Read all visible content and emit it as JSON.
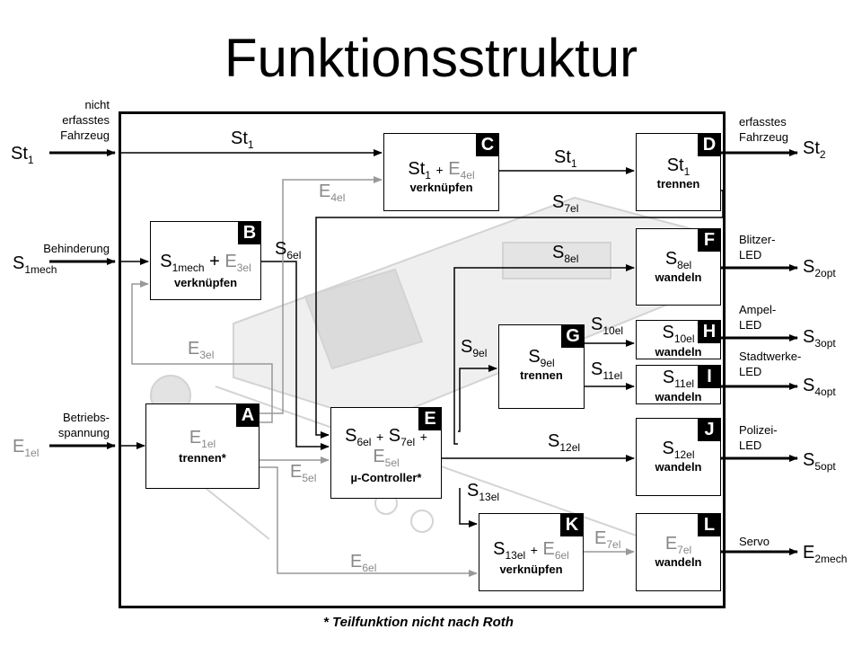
{
  "title": "Funktionsstruktur",
  "footnote": "* Teilfunktion nicht nach Roth",
  "blocks": {
    "A": {
      "letter": "A",
      "sig": "E",
      "sub": "1el",
      "func": "trennen*"
    },
    "B": {
      "letter": "B",
      "sig_a": "S",
      "sub_a": "1mech",
      "plus": "+",
      "sig_b": "E",
      "sub_b": "3el",
      "func": "verknüpfen"
    },
    "C": {
      "letter": "C",
      "sig_a": "St",
      "sub_a": "1",
      "plus": "+",
      "sig_b": "E",
      "sub_b": "4el",
      "func": "verknüpfen"
    },
    "D": {
      "letter": "D",
      "sig": "St",
      "sub": "1",
      "func": "trennen"
    },
    "E": {
      "letter": "E",
      "sig_a": "S",
      "sub_a": "6el",
      "plus1": "+",
      "sig_b": "S",
      "sub_b": "7el",
      "plus2": "+",
      "sig_c": "E",
      "sub_c": "5el",
      "func": "µ-Controller*"
    },
    "F": {
      "letter": "F",
      "sig": "S",
      "sub": "8el",
      "func": "wandeln"
    },
    "G": {
      "letter": "G",
      "sig": "S",
      "sub": "9el",
      "func": "trennen"
    },
    "H": {
      "letter": "H",
      "sig": "S",
      "sub": "10el",
      "func": "wandeln"
    },
    "I": {
      "letter": "I",
      "sig": "S",
      "sub": "11el",
      "func": "wandeln"
    },
    "J": {
      "letter": "J",
      "sig": "S",
      "sub": "12el",
      "func": "wandeln"
    },
    "K": {
      "letter": "K",
      "sig_a": "S",
      "sub_a": "13el",
      "plus": "+",
      "sig_b": "E",
      "sub_b": "6el",
      "func": "verknüpfen"
    },
    "L": {
      "letter": "L",
      "sig": "E",
      "sub": "7el",
      "func": "wandeln"
    }
  },
  "signals": {
    "st1_in": {
      "base": "St",
      "sub": "1"
    },
    "s1mech_in": {
      "base": "S",
      "sub": "1mech"
    },
    "e1el_in": {
      "base": "E",
      "sub": "1el"
    },
    "st1_top": {
      "base": "St",
      "sub": "1"
    },
    "st1_cd": {
      "base": "St",
      "sub": "1"
    },
    "e4el": {
      "base": "E",
      "sub": "4el"
    },
    "s7el": {
      "base": "S",
      "sub": "7el"
    },
    "s6el": {
      "base": "S",
      "sub": "6el"
    },
    "s8el": {
      "base": "S",
      "sub": "8el"
    },
    "e3el": {
      "base": "E",
      "sub": "3el"
    },
    "s9el": {
      "base": "S",
      "sub": "9el"
    },
    "s10el": {
      "base": "S",
      "sub": "10el"
    },
    "s11el": {
      "base": "S",
      "sub": "11el"
    },
    "s12el": {
      "base": "S",
      "sub": "12el"
    },
    "e5el": {
      "base": "E",
      "sub": "5el"
    },
    "s13el": {
      "base": "S",
      "sub": "13el"
    },
    "e7el": {
      "base": "E",
      "sub": "7el"
    },
    "e6el": {
      "base": "E",
      "sub": "6el"
    },
    "st2_out": {
      "base": "St",
      "sub": "2"
    },
    "s2opt_out": {
      "base": "S",
      "sub": "2opt"
    },
    "s3opt_out": {
      "base": "S",
      "sub": "3opt"
    },
    "s4opt_out": {
      "base": "S",
      "sub": "4opt"
    },
    "s5opt_out": {
      "base": "S",
      "sub": "5opt"
    },
    "e2mech_out": {
      "base": "E",
      "sub": "2mech"
    }
  },
  "annotations": {
    "nicht_erfasstes": [
      "nicht",
      "erfasstes",
      "Fahrzeug"
    ],
    "behinderung": [
      "Behinderung"
    ],
    "betriebsspannung": [
      "Betriebs-",
      "spannung"
    ],
    "erfasstes": [
      "erfasstes",
      "Fahrzeug"
    ],
    "blitzer": [
      "Blitzer-",
      "LED"
    ],
    "ampel": [
      "Ampel-",
      "LED"
    ],
    "stadtwerke": [
      "Stadtwerke-",
      "LED"
    ],
    "polizei": [
      "Polizei-",
      "LED"
    ],
    "servo": [
      "Servo"
    ]
  },
  "colors": {
    "line": "#000000",
    "energy": "#999999",
    "letter_bg": "#000000",
    "bg_art": "#cccccc"
  }
}
